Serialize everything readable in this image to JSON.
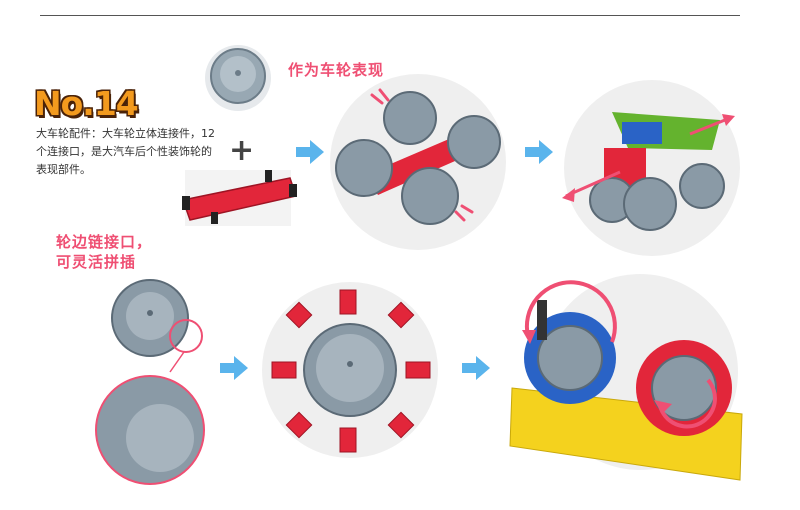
{
  "doc": {
    "title": "No.14",
    "description": "大车轮配件：大车轮立体连接件，12个连接口，是大汽车后个性装饰轮的表现部件。",
    "label_wheel": "作为车轮表现",
    "label_edge_line1": "轮边链接口，",
    "label_edge_line2": "可灵活拼插",
    "plus_sign": "+"
  },
  "colors": {
    "wheel_gray": "#8a9aa6",
    "pink_accent": "#ef4f73",
    "arrow_blue": "#5ab4ec",
    "title_orange": "#f39a1e",
    "piece_red": "#e2263a",
    "piece_blue": "#2a63c6",
    "base_yellow": "#f4d21e"
  }
}
